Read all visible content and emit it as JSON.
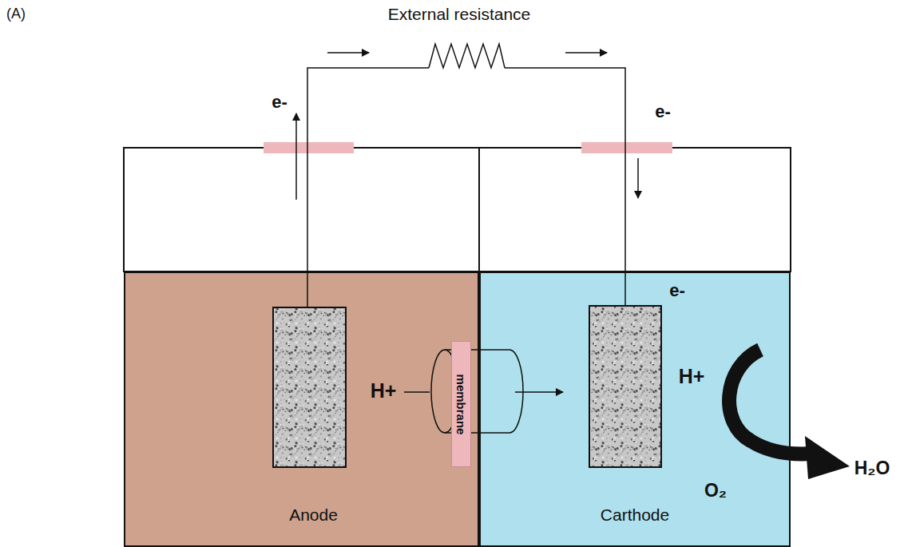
{
  "diagram": {
    "nodes": [
      {
        "text": [
          "Anode"
        ]
      },
      {
        "text": [
          "membrane"
        ]
      },
      {
        "text": [
          "Carthode"
        ]
      }
    ],
    "labels": [
      "(A)",
      "External resistance",
      "e-",
      "e-",
      "H+",
      "e-",
      "H+",
      "O₂",
      "H₂O"
    ]
  }
}
